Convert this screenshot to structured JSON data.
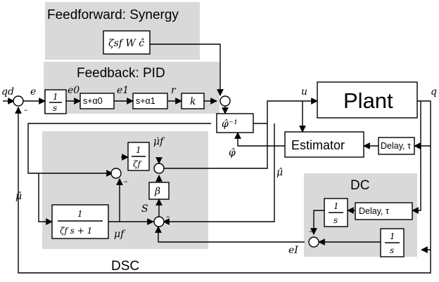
{
  "regions": {
    "feedforward_title": "Feedforward: Synergy",
    "feedback_title": "Feedback: PID",
    "dsc_title": "DSC",
    "dc_title": "DC"
  },
  "blocks": {
    "synergy": "ζsf W ĉ",
    "integrator_1_over_s": {
      "num": "1",
      "den": "s"
    },
    "lead_1": "s+α0",
    "lead_2": "s+α1",
    "gain_k": "k",
    "phi_inverse": "φ̂⁻¹",
    "plant": "Plant",
    "estimator": "Estimator",
    "delay_top": "Delay, τ",
    "dsc_gain": {
      "num": "1",
      "den": "ζf"
    },
    "beta": "β",
    "dsc_filter": {
      "num": "1",
      "den": "ζf s + 1"
    },
    "dc_integrator_top": {
      "num": "1",
      "den": "s"
    },
    "dc_delay": "Delay, τ",
    "dc_integrator_bottom": {
      "num": "1",
      "den": "s"
    }
  },
  "signals": {
    "q_d": "qd",
    "e": "e",
    "e0": "e0",
    "e1": "e1",
    "r": "r",
    "u": "u",
    "q": "q",
    "phi_hat": "φ̂",
    "mu_hat": "μ̂",
    "mu_f_dot": "μ̇f",
    "mu_bar": "μ̄",
    "mu_f": "μf",
    "S": "S",
    "e_I": "eI"
  },
  "signs": {
    "minus": "–"
  }
}
